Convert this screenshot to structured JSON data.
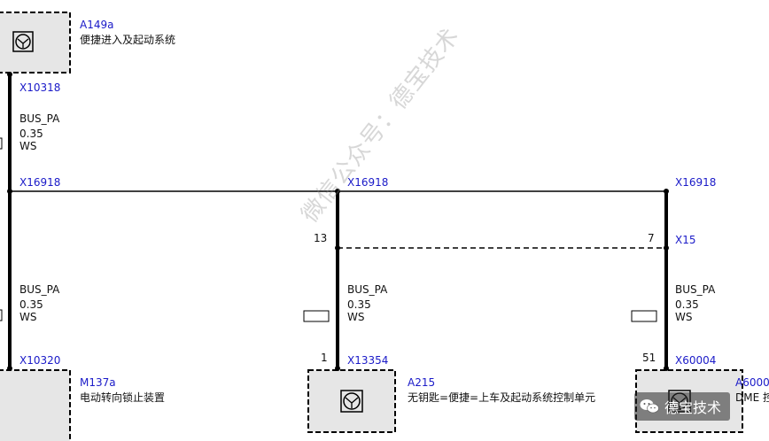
{
  "components": {
    "a149a": {
      "code": "A149a",
      "name": "便捷进入及起动系统"
    },
    "m137a": {
      "code": "M137a",
      "name": "电动转向锁止装置"
    },
    "a215": {
      "code": "A215",
      "name": "无钥匙=便捷=上车及起动系统控制单元"
    },
    "a6000": {
      "code": "A6000",
      "name": "DME 控"
    }
  },
  "connectors": {
    "x10318": "X10318",
    "x10320": "X10320",
    "x16918_left": "X16918",
    "x16918_mid": "X16918",
    "x16918_right": "X16918",
    "x15": "X15",
    "x13354": "X13354",
    "x60004": "X60004"
  },
  "pins": {
    "mid_top": "13",
    "right_top": "7",
    "mid_bottom": "1",
    "right_bottom": "51"
  },
  "wires": {
    "left_upper": {
      "bus": "BUS_PA",
      "size": "0.35",
      "color": "WS"
    },
    "left_lower": {
      "bus": "BUS_PA",
      "size": "0.35",
      "color": "WS"
    },
    "mid_lower": {
      "bus": "BUS_PA",
      "size": "0.35",
      "color": "WS"
    },
    "right_lower": {
      "bus": "BUS_PA",
      "size": "0.35",
      "color": "WS"
    }
  },
  "watermark": {
    "text": "微信公众号：德宝技术",
    "badge": "德宝技术"
  },
  "colors": {
    "connector_label": "#1a1ac8",
    "box_fill": "#e6e6e6",
    "wire": "#000000"
  }
}
